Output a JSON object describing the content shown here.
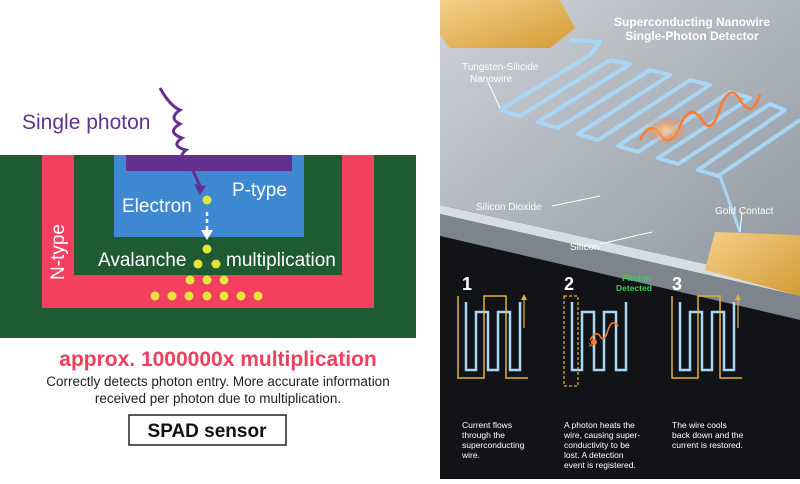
{
  "spad": {
    "photon_label": "Single photon",
    "electron_label": "Electron",
    "ptype_label": "P-type",
    "ntype_label": "N-type",
    "avalanche_label": "Avalanche",
    "multiplication_label": "multiplication",
    "headline": "approx. 1000000x multiplication",
    "desc_line1": "Correctly detects photon entry. More accurate information",
    "desc_line2": "received per photon due to multiplication.",
    "sensor_label": "SPAD sensor",
    "colors": {
      "green": "#1e5a32",
      "red": "#f2405e",
      "blue": "#3f88d2",
      "purple": "#63308f",
      "dots": "#e5e63c",
      "headline": "#ee3f5f"
    }
  },
  "snspd": {
    "title_line1": "Superconducting Nanowire",
    "title_line2": "Single-Photon Detector",
    "label_nanowire_1": "Tungsten-Silicide",
    "label_nanowire_2": "Nanowire",
    "label_sio2": "Silicon Dioxide",
    "label_gold": "Gold Contact",
    "label_silicon": "Silicon",
    "steps": [
      {
        "number": "1",
        "caption": [
          "Current flows",
          "through the",
          "superconducting",
          "wire."
        ]
      },
      {
        "number": "2",
        "caption": [
          "A photon heats the",
          "wire, causing super-",
          "conductivity to be",
          "lost. A detection",
          "event is registered."
        ]
      },
      {
        "number": "3",
        "caption": [
          "The wire cools",
          "back down and the",
          "current is restored."
        ]
      }
    ],
    "photon_detected_1": "Photon",
    "photon_detected_2": "Detected",
    "colors": {
      "wire": "#a9d6f5",
      "gold": "#e8b03f",
      "detected": "#3fce5c",
      "photon": "#ff7a2a"
    }
  }
}
